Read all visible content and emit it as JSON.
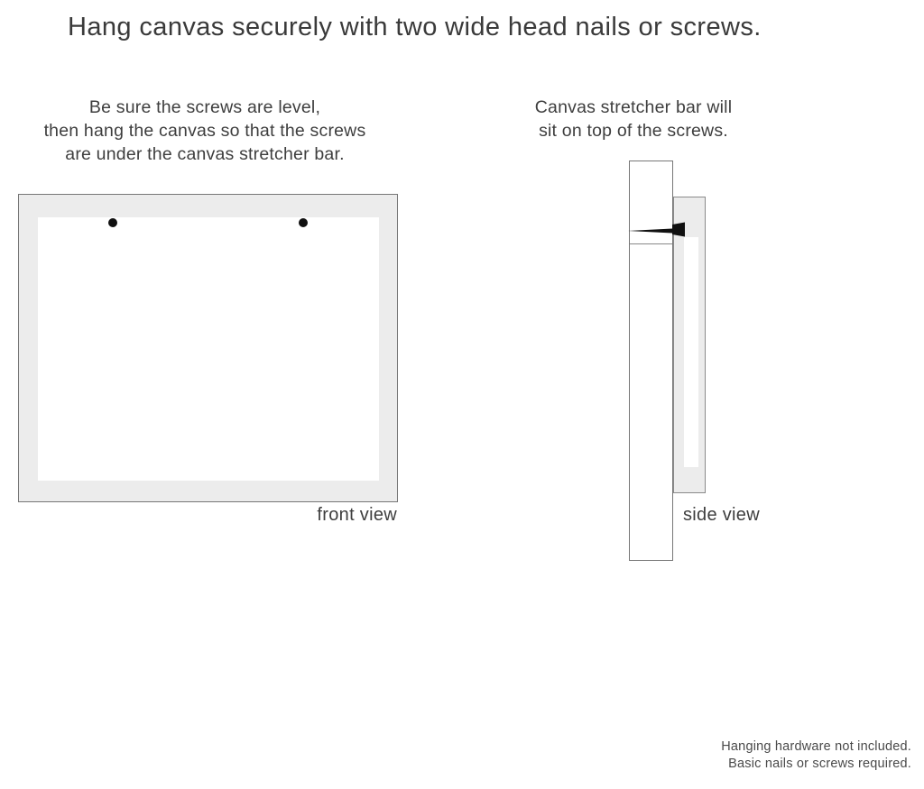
{
  "title": "Hang canvas securely with two wide head nails or screws.",
  "instructions": {
    "front": {
      "lines": [
        "Be sure the screws are level,",
        "then hang the canvas so that the screws",
        "are under the canvas stretcher bar."
      ]
    },
    "side": {
      "lines": [
        "Canvas stretcher bar will",
        "sit on top of the screws."
      ]
    }
  },
  "diagrams": {
    "front_label": "front view",
    "side_label": "side view",
    "front_view": {
      "screw_count": 2,
      "element": "canvas with two screws near top corners"
    },
    "side_view": {
      "element": "nail in stretcher bar with canvas hanging on top"
    }
  },
  "footer": {
    "lines": [
      "Hanging hardware not included.",
      "Basic nails or screws required."
    ]
  },
  "colors": {
    "canvas_fill": "#ececec",
    "outline": "#777777",
    "text": "#3e3e3e",
    "nail": "#101010",
    "background": "#ffffff"
  }
}
